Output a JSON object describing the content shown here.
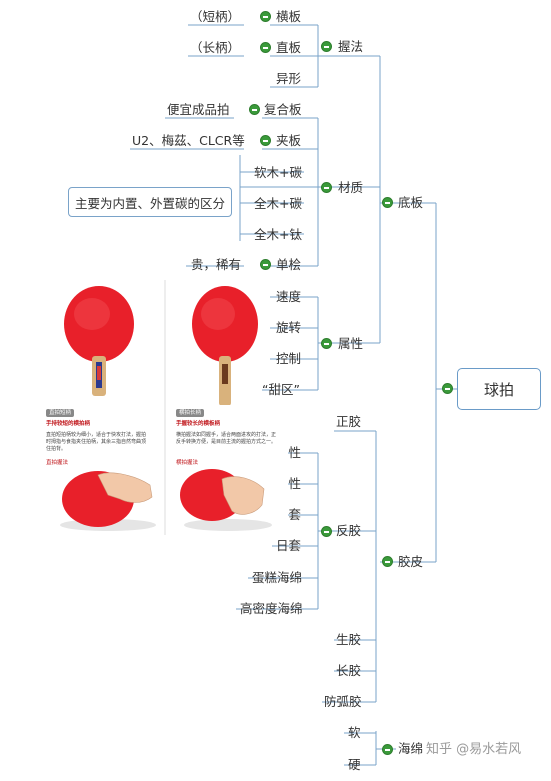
{
  "root": "球拍",
  "branches": {
    "base": "底板",
    "rubber": "胶皮",
    "sponge": "海绵"
  },
  "grip": {
    "label": "握法",
    "items": [
      "横板",
      "直板",
      "异形"
    ],
    "notes": [
      "（短柄）",
      "（长柄）"
    ]
  },
  "material": {
    "label": "材质",
    "composite": "复合板",
    "composite_note": "便宜成品拍",
    "sandwich": "夹板",
    "sandwich_note": "U2、梅茲、CLCR等",
    "carbon_items": [
      "软木+碳",
      "全木+碳",
      "全木+钛"
    ],
    "carbon_note": "主要为内置、外置碳的区分",
    "single": "单桧",
    "single_note": "贵，稀有"
  },
  "attribute": {
    "label": "属性",
    "items": [
      "速度",
      "旋转",
      "控制",
      "“甜区”"
    ]
  },
  "rubber": {
    "front": "正胶",
    "back": "反胶",
    "back_items": [
      "粘性",
      "涩性",
      "德套",
      "日套",
      "蛋糕海绵",
      "高密度海绵"
    ],
    "others": [
      "生胶",
      "长胶",
      "防弧胶"
    ]
  },
  "sponge": {
    "items": [
      "软",
      "硬"
    ]
  },
  "cards": [
    {
      "tag": "直拍短柄",
      "heading": "手持较短的横拍柄",
      "body": "直拍短拍柄较为细小，适合于快攻打法，握拍时拇指与食指夹住拍柄，其余三指自然弯曲顶住拍背。",
      "link": "直拍握法"
    },
    {
      "tag": "横拍长柄",
      "heading": "手握较长的横板柄",
      "body": "横拍握法如同握手，适合两面进攻的打法，正反手转换方便，是目前主流的握拍方式之一。",
      "link": "横拍握法"
    }
  ],
  "colors": {
    "line": "#7aa3c9",
    "toggle": "#3a9a3a",
    "paddle_red": "#e8202a",
    "handle": "#d9b27c"
  },
  "watermark": "知乎 @易水若风"
}
